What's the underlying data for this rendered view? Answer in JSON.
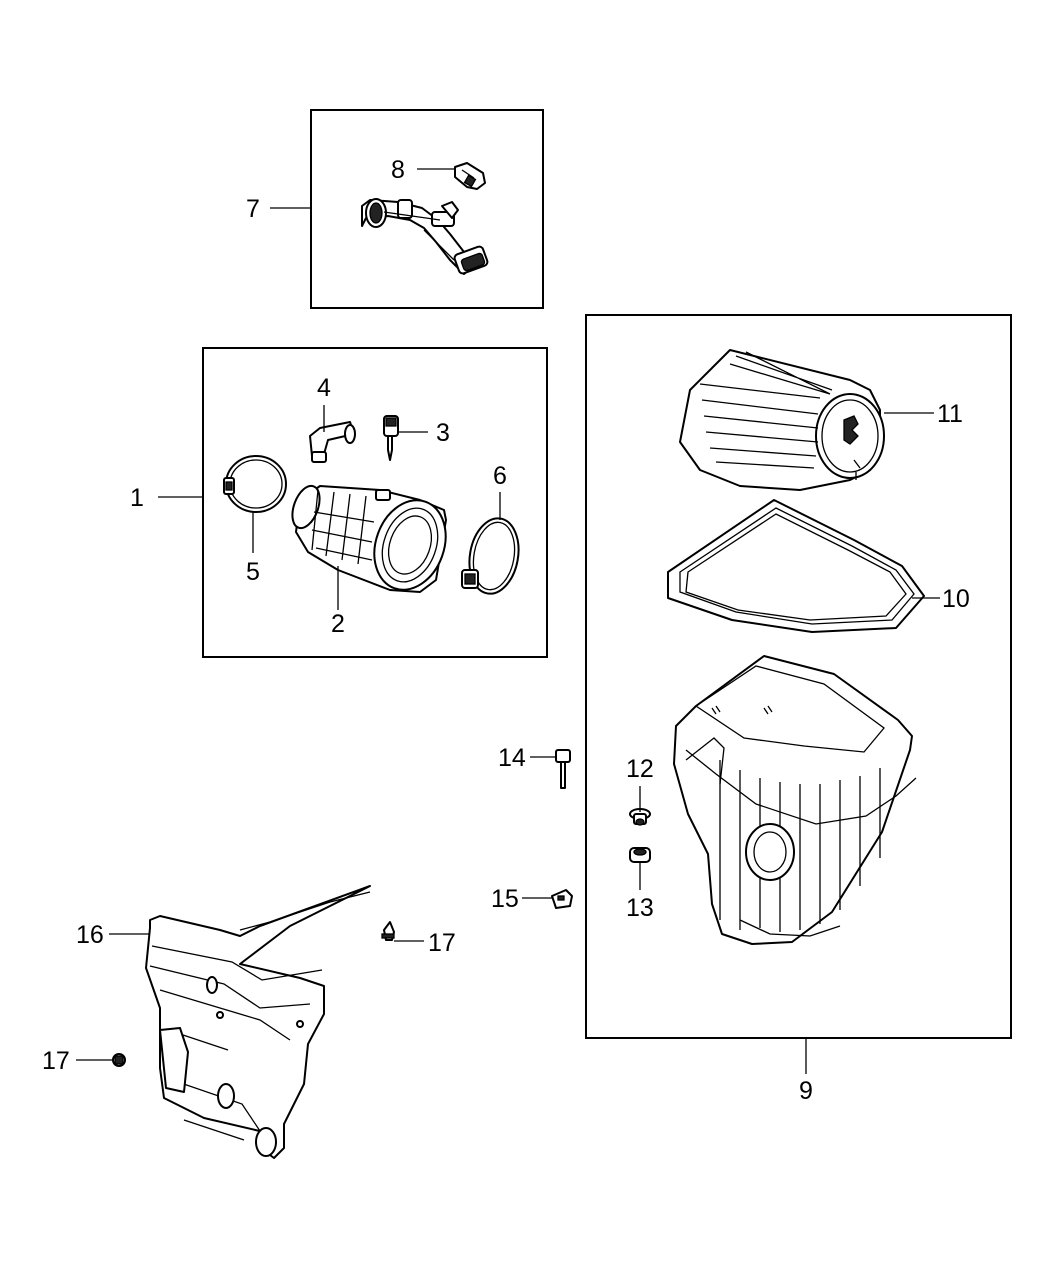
{
  "diagram": {
    "callouts": {
      "c1": "1",
      "c2": "2",
      "c3": "3",
      "c4": "4",
      "c5": "5",
      "c6": "6",
      "c7": "7",
      "c8": "8",
      "c9": "9",
      "c10": "10",
      "c11": "11",
      "c12": "12",
      "c13": "13",
      "c14": "14",
      "c15": "15",
      "c16": "16",
      "c17a": "17",
      "c17b": "17"
    }
  }
}
